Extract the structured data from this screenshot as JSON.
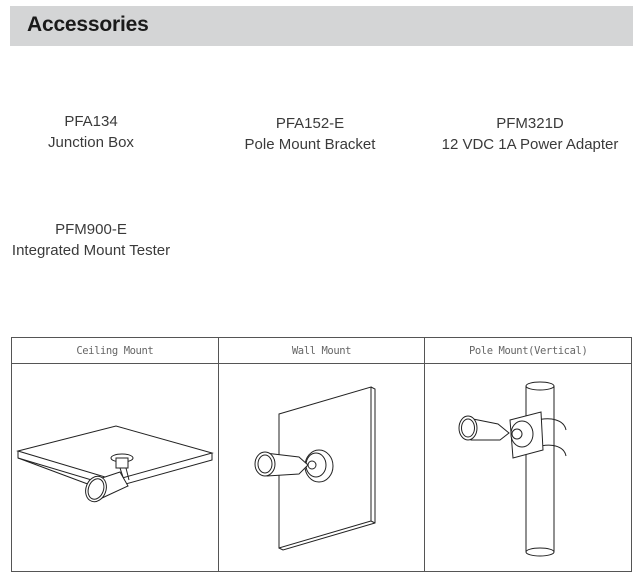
{
  "header": {
    "title": "Accessories"
  },
  "accessories": [
    {
      "code": "PFA134",
      "description": "Junction Box"
    },
    {
      "code": "PFA152-E",
      "description": "Pole Mount Bracket"
    },
    {
      "code": "PFM321D",
      "description": "12 VDC 1A Power Adapter"
    },
    {
      "code": "PFM900-E",
      "description": "Integrated Mount Tester"
    }
  ],
  "mount_table": {
    "columns": [
      {
        "label": "Ceiling Mount",
        "icon": "ceiling-mount-illustration"
      },
      {
        "label": "Wall Mount",
        "icon": "wall-mount-illustration"
      },
      {
        "label": "Pole Mount(Vertical)",
        "icon": "pole-mount-illustration"
      }
    ]
  }
}
